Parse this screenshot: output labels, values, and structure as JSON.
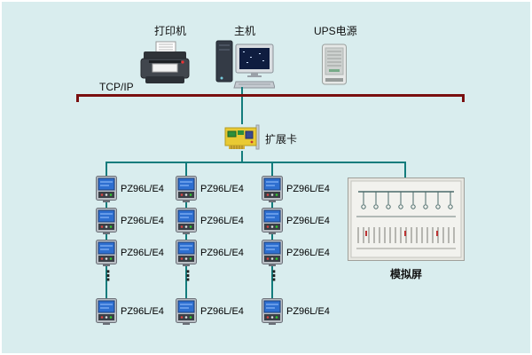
{
  "diagram": {
    "background_color": "#d9edee",
    "bus": {
      "label": "TCP/IP",
      "color": "#7a0f0f"
    },
    "wire_color": "#127c7c",
    "top_devices": {
      "printer_label": "打印机",
      "host_label": "主机",
      "ups_label": "UPS电源"
    },
    "expansion_card_label": "扩展卡",
    "meter_label": "PZ96L/E4",
    "mimic_panel_label": "模拟屏",
    "ellipsis": "⋮",
    "meter_columns": 3,
    "visible_meters_per_column": 4
  }
}
